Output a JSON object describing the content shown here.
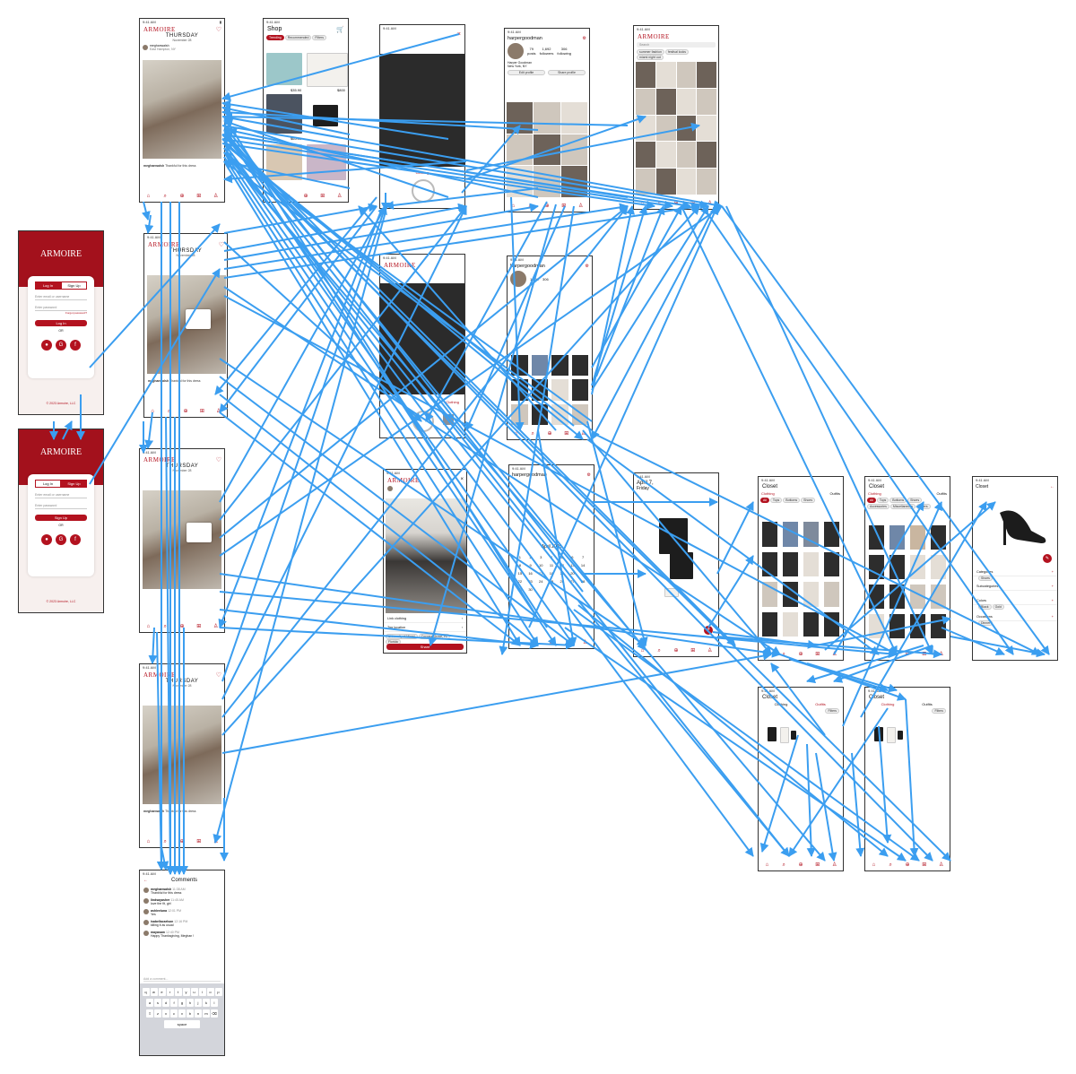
{
  "status_time": "9:41 AM",
  "brand": "ARMOIRE",
  "brand_color": "#b3121f",
  "arrow_color": "#3b9ef0",
  "icons": {
    "nav": [
      "home-icon",
      "search-icon",
      "add-outfit-icon",
      "shop-icon",
      "profile-icon"
    ],
    "glyphs": [
      "⌂",
      "⌕",
      "⊕",
      "⊞",
      "♙"
    ]
  },
  "feed": {
    "day": "THURSDAY",
    "date": "November 28",
    "user": "meghanwalsh",
    "location": "East Hampton, NY",
    "caption_user": "meghanwalsh",
    "caption": "Thankful for this dress"
  },
  "login": {
    "tab_login": "Log In",
    "tab_signup": "Sign Up",
    "email_placeholder": "Enter email or username",
    "password_placeholder": "Enter password",
    "forgot": "Forgot password?",
    "login_button": "Log In",
    "signup_button": "Sign Up",
    "or": "OR",
    "copyright": "© 2023 Armoire, LLC"
  },
  "shop": {
    "title": "Shop",
    "chips": [
      "Trending",
      "Recommended",
      "Filters"
    ],
    "prices": [
      "$35.90",
      "$800",
      "$65.00"
    ]
  },
  "create": {
    "label": "Clothing"
  },
  "profile": {
    "username": "harpergoodman",
    "posts_count": "79",
    "posts_label": "posts",
    "followers_count": "1,692",
    "followers_label": "followers",
    "following_count": "306",
    "following_label": "following",
    "name": "Harper Goodman",
    "city": "New York, NY",
    "edit_button": "Edit profile",
    "share_button": "Share profile",
    "month": "April 2025"
  },
  "search": {
    "placeholder": "Search",
    "chips": [
      "summer fashion",
      "festival looks",
      "miami night out"
    ]
  },
  "post": {
    "link_label": "Link clothing",
    "tag_label": "Tag location",
    "locations": [
      "University of Miami",
      "Coconut Grove, FL",
      "Florida"
    ],
    "share_button": "Share"
  },
  "outfit_detail": {
    "date": "April 7,",
    "weekday": "Friday"
  },
  "closet": {
    "title": "Closet",
    "tab_clothing": "Clothing",
    "tab_outfits": "Outfits",
    "filters": [
      "All",
      "Tops",
      "Bottoms",
      "Shoes",
      "Accessories",
      "Miscellaneous",
      "Filters"
    ],
    "detail_sections": [
      "Categories",
      "Subcategories",
      "Colors",
      "Occasions"
    ],
    "detail_chips": [
      "Shoes",
      "Black",
      "Gold",
      "Dinner"
    ]
  },
  "comments": {
    "title": "Comments",
    "list": [
      {
        "user": "meghanwalsh",
        "time": "11:38 AM",
        "text": "Thankful for this dress"
      },
      {
        "user": "lindsayasher",
        "time": "11:45 AM",
        "text": "love the fit, girl"
      },
      {
        "user": "ashleeluna",
        "time": "12:01 PM",
        "text": "Yes"
      },
      {
        "user": "isabellacarlson",
        "time": "12:16 PM",
        "text": "killing it as usual"
      },
      {
        "user": "mayasam",
        "time": "12:40 PM",
        "text": "Happy Thanksgiving, Meghan !"
      }
    ],
    "input_placeholder": "Add a comment...",
    "keyboard_space": "space"
  }
}
